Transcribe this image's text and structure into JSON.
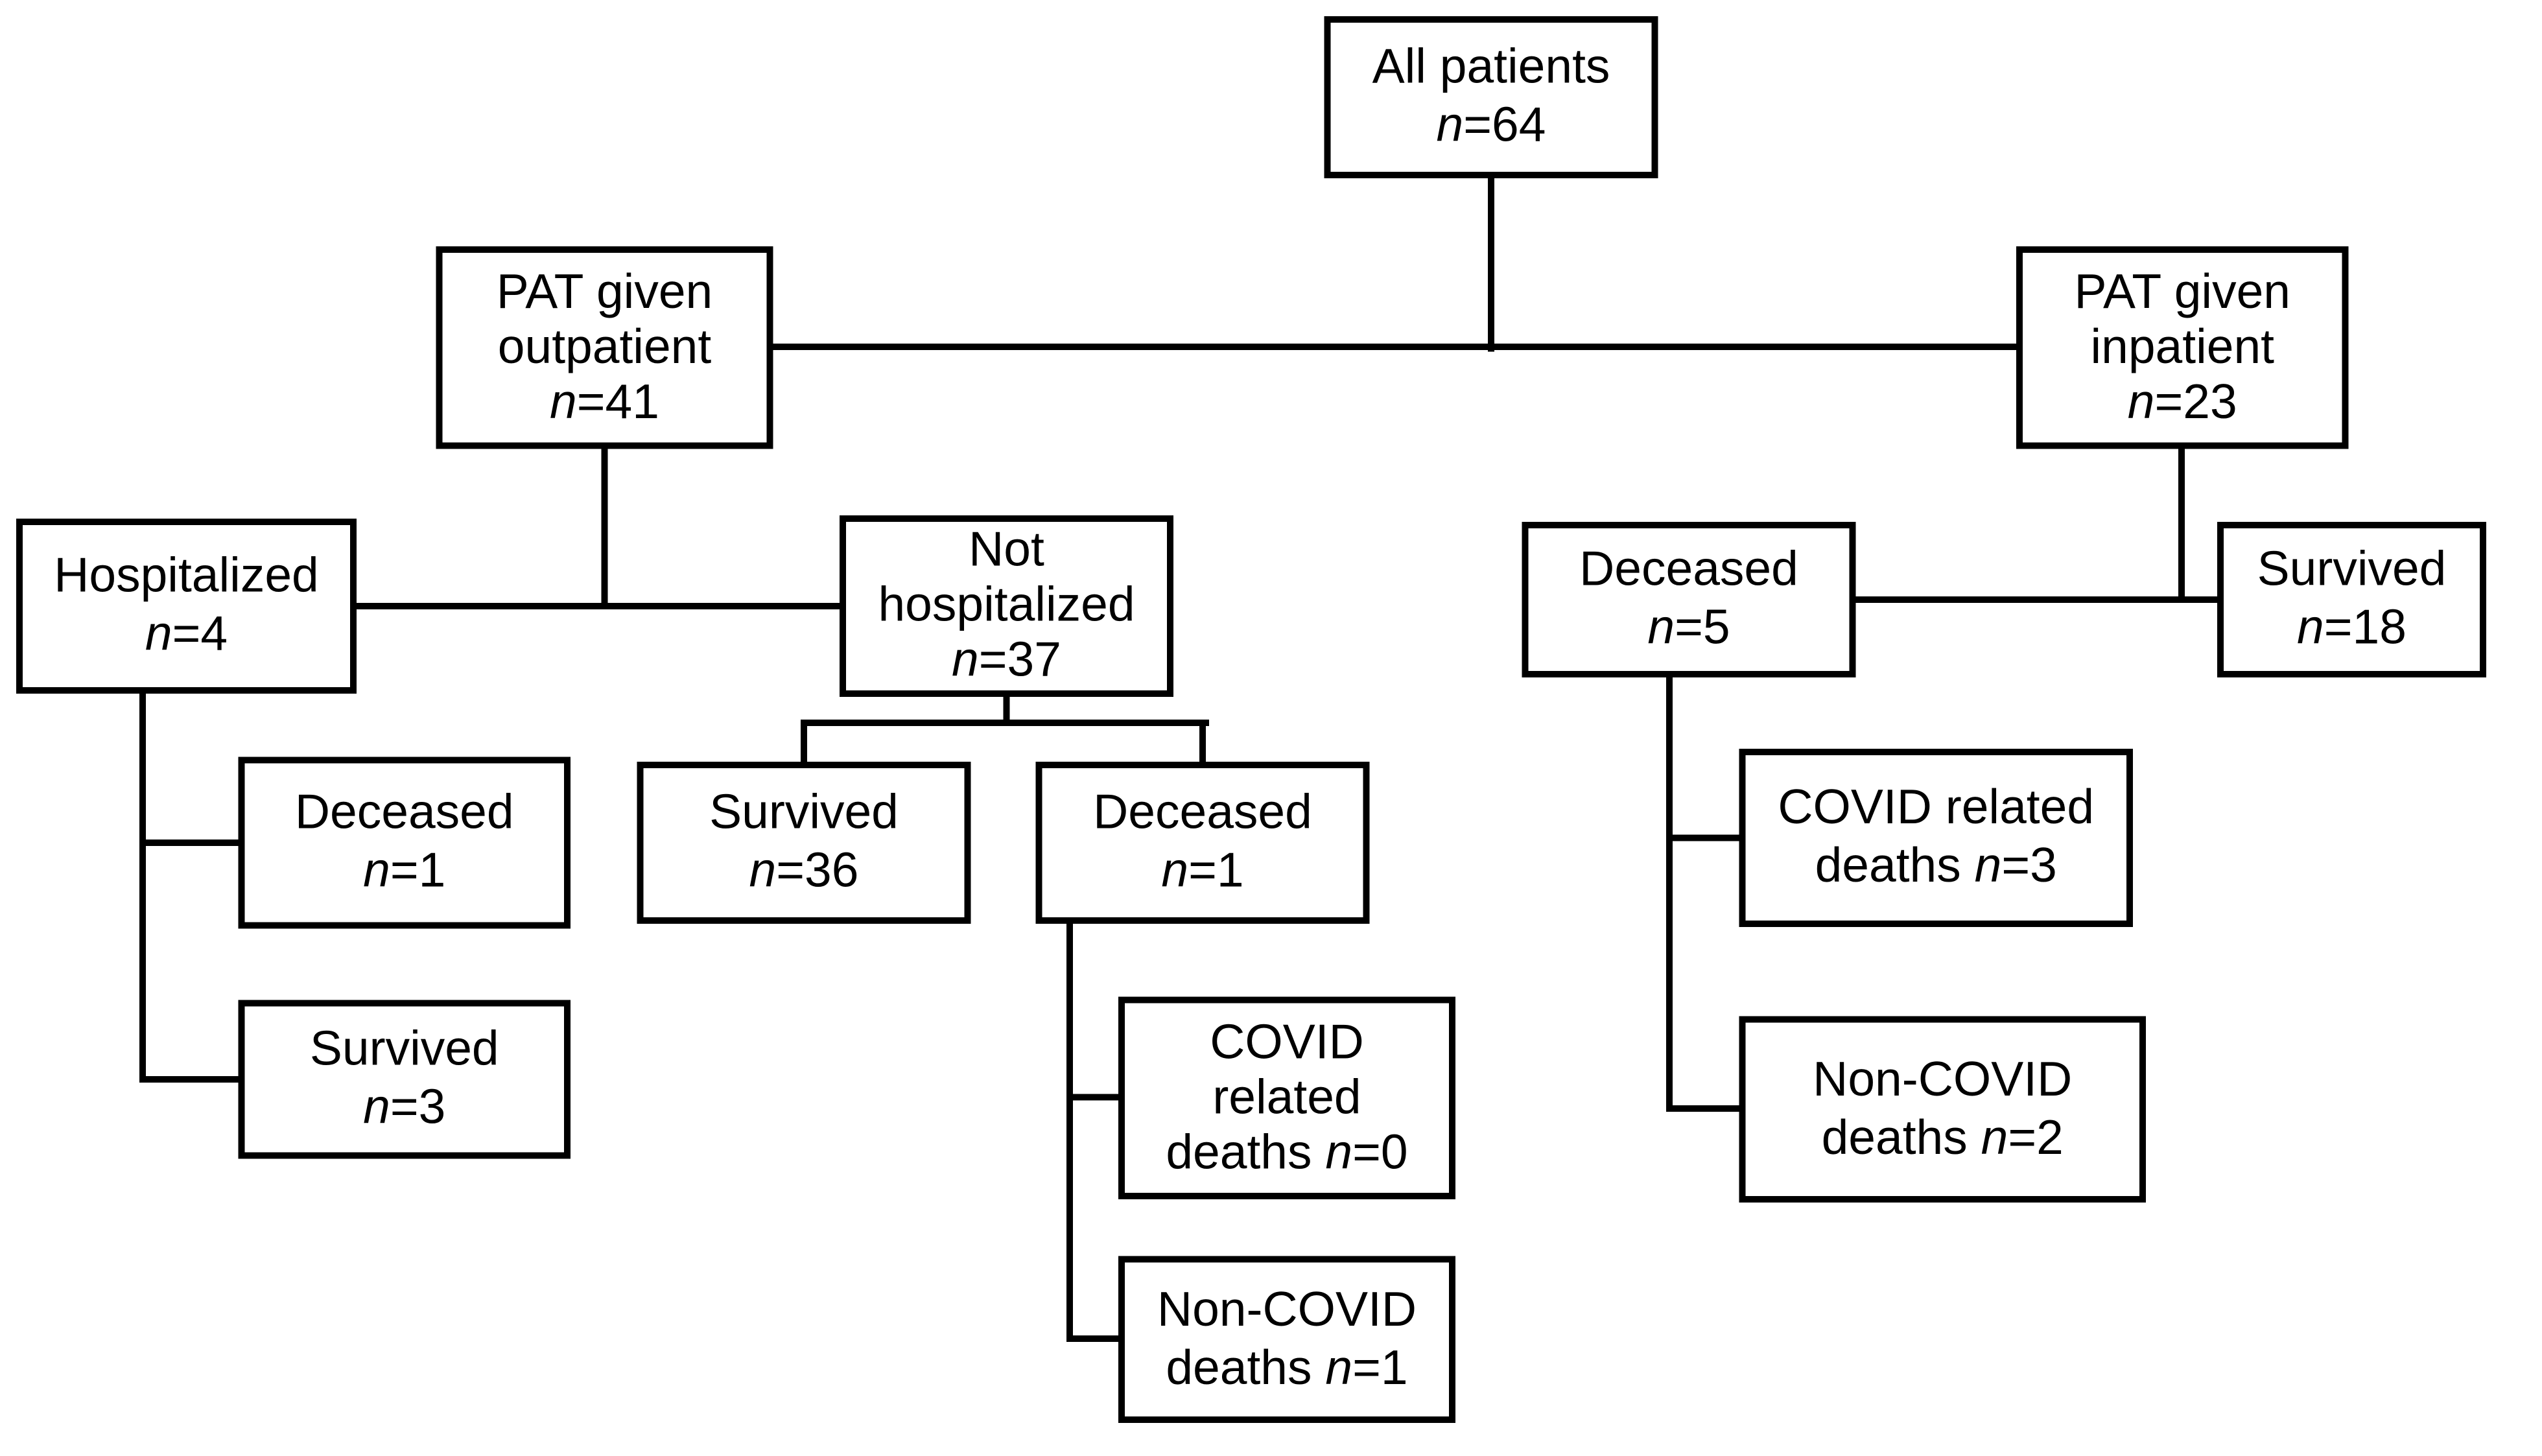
{
  "diagram": {
    "background_color": "#ffffff",
    "line_color": "#000000",
    "box_border_color": "#000000",
    "text_color": "#000000"
  },
  "nodes": {
    "all_patients": {
      "l1": "All patients",
      "n_pre": "",
      "n_sym": "n",
      "n_val": "=64"
    },
    "pat_outpatient": {
      "l1": "PAT given",
      "l2": "outpatient",
      "n_pre": "",
      "n_sym": "n",
      "n_val": "=41"
    },
    "pat_inpatient": {
      "l1": "PAT given",
      "l2": "inpatient",
      "n_pre": "",
      "n_sym": "n",
      "n_val": "=23"
    },
    "hospitalized": {
      "l1": "Hospitalized",
      "n_pre": "",
      "n_sym": "n",
      "n_val": "=4"
    },
    "not_hospitalized": {
      "l1": "Not",
      "l2": "hospitalized",
      "n_pre": "",
      "n_sym": "n",
      "n_val": "=37"
    },
    "deceased_hospitalized": {
      "l1": "Deceased",
      "n_pre": "",
      "n_sym": "n",
      "n_val": "=1"
    },
    "survived_hospitalized": {
      "l1": "Survived",
      "n_pre": "",
      "n_sym": "n",
      "n_val": "=3"
    },
    "survived_not_hospitalized": {
      "l1": "Survived",
      "n_pre": "",
      "n_sym": "n",
      "n_val": "=36"
    },
    "deceased_not_hospitalized": {
      "l1": "Deceased",
      "n_pre": "",
      "n_sym": "n",
      "n_val": "=1"
    },
    "covid_deaths_not_hosp": {
      "l1": "COVID",
      "l2": "related",
      "n_pre": "deaths ",
      "n_sym": "n",
      "n_val": "=0"
    },
    "noncovid_deaths_not_hosp": {
      "l1": "Non-COVID",
      "n_pre": "deaths ",
      "n_sym": "n",
      "n_val": "=1"
    },
    "deceased_inpatient": {
      "l1": "Deceased",
      "n_pre": "",
      "n_sym": "n",
      "n_val": "=5"
    },
    "survived_inpatient": {
      "l1": "Survived",
      "n_pre": "",
      "n_sym": "n",
      "n_val": "=18"
    },
    "covid_deaths_inpatient": {
      "l1": "COVID related",
      "n_pre": "deaths ",
      "n_sym": "n",
      "n_val": "=3"
    },
    "noncovid_deaths_inpatient": {
      "l1": "Non-COVID",
      "n_pre": "deaths ",
      "n_sym": "n",
      "n_val": "=2"
    }
  }
}
